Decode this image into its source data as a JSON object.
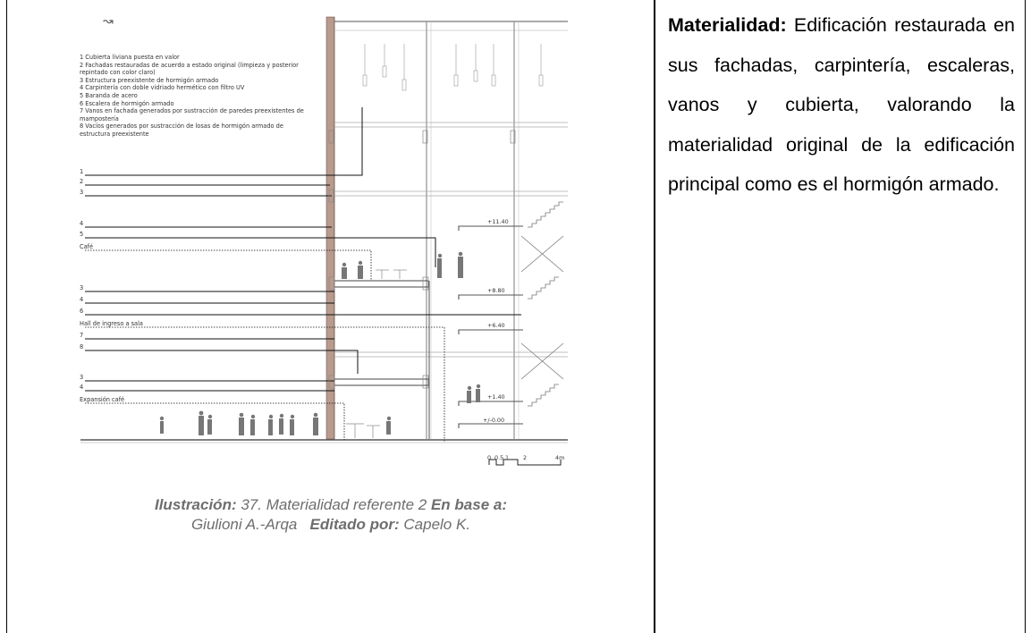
{
  "figure": {
    "north_symbol": "↝",
    "legend": [
      "1 Cubierta liviana puesta en valor",
      "2 Fachadas restauradas de acuerdo a estado original (limpieza y posterior repintado con color claro)",
      "3 Estructura preexistente de hormigón armado",
      "4 Carpintería con doble vidriado hermético con filtro UV",
      "5 Baranda de acero",
      "6 Escalera de hormigón armado",
      "7 Vanos en fachada generados por sustracción de paredes preexistentes de mampostería",
      "8 Vacíos generados por sustracción de losas de hormigón armado de estructura preexistente"
    ],
    "callouts": [
      "1",
      "2",
      "3",
      "4",
      "5",
      "Café",
      "3",
      "4",
      "6",
      "Hall de ingreso a sala",
      "7",
      "8",
      "3",
      "4",
      "Expansión café"
    ],
    "levels": [
      "+11.40",
      "+8.80",
      "+6.40",
      "+1.40",
      "+/-0.00"
    ],
    "scale_labels": [
      "0",
      "0.5",
      "1",
      "2",
      "4m"
    ]
  },
  "caption": {
    "label1": "Ilustración:",
    "text1": " 37. Materialidad referente 2 ",
    "label2": "En base a:",
    "text2": " Giulioni A.-Arqa",
    "label3": "Editado por:",
    "text3": " Capelo K."
  },
  "body": {
    "lead": "Materialidad:",
    "text": " Edificación restaurada en sus fachadas, carpintería, escaleras, vanos y cubierta, valorando la materialidad original de la edificación principal como es el hormigón armado."
  }
}
